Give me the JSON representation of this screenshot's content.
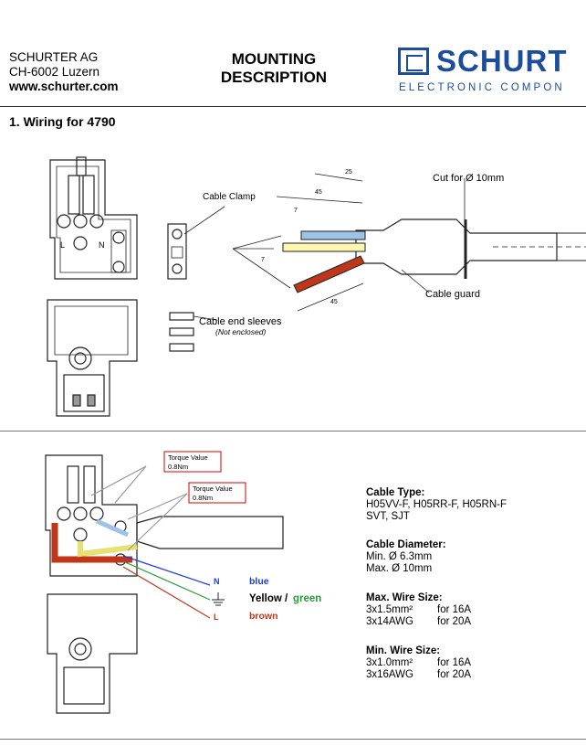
{
  "header": {
    "company_name": "SCHURTER AG",
    "company_city": "CH-6002 Luzern",
    "company_url": "www.schurter.com",
    "title_line1": "MOUNTING",
    "title_line2": "DESCRIPTION",
    "logo_text": "SCHURT",
    "logo_sub": "ELECTRONIC COMPON"
  },
  "section": {
    "title": "1. Wiring for 4790"
  },
  "figure1": {
    "cable_clamp": "Cable Clamp",
    "cut_label": "Cut for Ø 10mm",
    "cable_guard": "Cable guard",
    "sleeves": "Cable end sleeves",
    "not_enclosed": "(Not enclosed)",
    "dim_25": "25",
    "dim_45": "45",
    "dim_7": "7",
    "term_L": "L",
    "term_N": "N"
  },
  "figure2": {
    "torque1_label": "Torque Value",
    "torque1_value": "0.8Nm",
    "torque2_label": "Torque Value",
    "torque2_value": "0.8Nm",
    "wire_N": "N",
    "wire_L": "L",
    "color_blue": "blue",
    "color_yellow": "Yellow /",
    "color_green": "green",
    "color_brown": "brown"
  },
  "specs": {
    "cable_type_title": "Cable Type:",
    "cable_type_line1": "H05VV-F, H05RR-F, H05RN-F",
    "cable_type_line2": "SVT, SJT",
    "diameter_title": "Cable Diameter:",
    "diameter_min": "Min. Ø 6.3mm",
    "diameter_max": "Max. Ø 10mm",
    "max_wire_title": "Max. Wire Size:",
    "max_rows": [
      {
        "size": "3x1.5mm²",
        "rating": "for 16A"
      },
      {
        "size": "3x14AWG",
        "rating": "for 20A"
      }
    ],
    "min_wire_title": "Min. Wire Size:",
    "min_rows": [
      {
        "size": "3x1.0mm²",
        "rating": "for 16A"
      },
      {
        "size": "3x16AWG",
        "rating": "for 20A"
      }
    ]
  },
  "colors": {
    "brand": "#1c4c9c",
    "blue_wire": "#9ec3e6",
    "yellow_wire": "#fff7b0",
    "brown_wire": "#c0361a",
    "red_box": "#d40000"
  }
}
